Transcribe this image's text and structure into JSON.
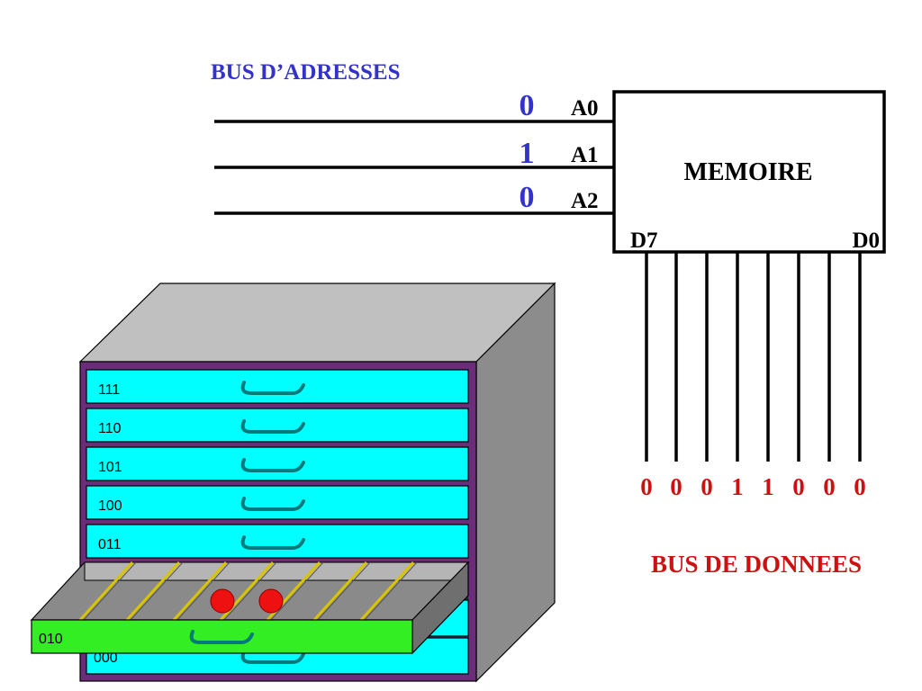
{
  "address_bus": {
    "title": "BUS D’ADRESSES",
    "color": "#3333cc",
    "lines": [
      {
        "bit": "0",
        "pin": "A0"
      },
      {
        "bit": "1",
        "pin": "A1"
      },
      {
        "bit": "0",
        "pin": "A2"
      }
    ]
  },
  "memory": {
    "label": "MEMOIRE",
    "pin_left": "D7",
    "pin_right": "D0"
  },
  "data_bus": {
    "title": "BUS DE DONNEES",
    "color": "#cc1111",
    "bits": [
      "0",
      "0",
      "0",
      "1",
      "1",
      "0",
      "0",
      "0"
    ]
  },
  "cabinet": {
    "drawer_color": "#00ffff",
    "frame_color": "#6b2c7a",
    "open_drawer_color": "#33ee22",
    "token_color": "#ee1111",
    "drawers": [
      "111",
      "110",
      "101",
      "100",
      "011"
    ],
    "open_drawer": "010",
    "bottom_drawer": "000"
  }
}
